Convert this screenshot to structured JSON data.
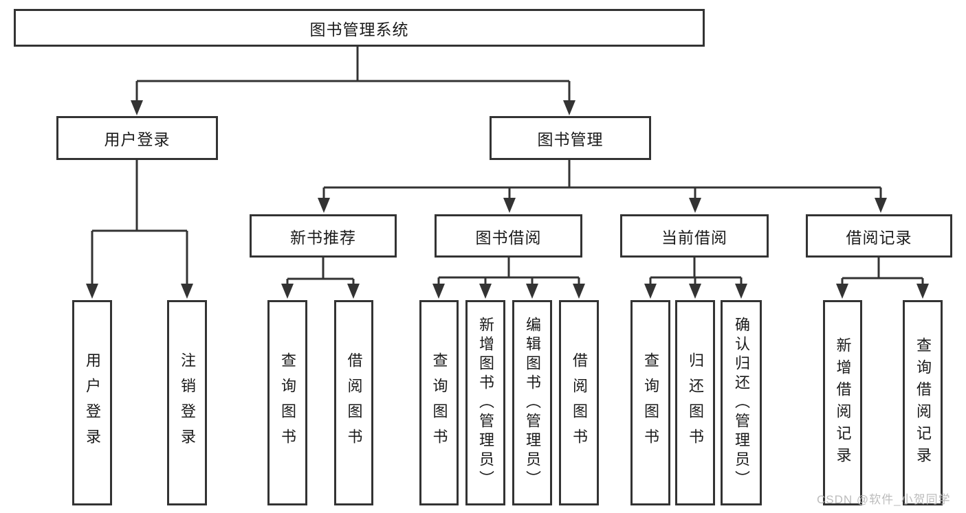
{
  "diagram": {
    "nodes": {
      "root": "图书管理系统",
      "user_login": "用户登录",
      "book_mgmt": "图书管理",
      "new_book": "新书推荐",
      "book_borrow": "图书借阅",
      "current_borrow": "当前借阅",
      "borrow_record": "借阅记录"
    },
    "leaves": {
      "user_login": [
        "用户登录",
        "注销登录"
      ],
      "new_book": [
        "查询图书",
        "借阅图书"
      ],
      "book_borrow": [
        "查询图书",
        "新增图书（管理员）",
        "编辑图书（管理员）",
        "借阅图书"
      ],
      "current_borrow": [
        "查询图书",
        "归还图书",
        "确认归还（管理员）"
      ],
      "borrow_record": [
        "新增借阅记录",
        "查询借阅记录"
      ]
    },
    "colors": {
      "line": "#333333",
      "text": "#1a1a1a",
      "watermark": "#b8b8b8",
      "background": "#ffffff"
    }
  },
  "watermark": "CSDN @软件_小贺同学"
}
